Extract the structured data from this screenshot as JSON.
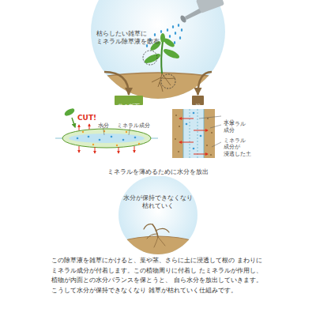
{
  "diagram": {
    "caption": "この除草液を雑草にかけると、葉や茎、さらに土に浸透して根の まわりにミネラル成分が付着します。この植物周りに付着し たミネラルが作用し、植物が内面との水分バランスを保とうと、 自ら水分を放出していきます。こうして水分が保持できなくなり 雑草が枯れていく仕組みです。",
    "nodes": [
      {
        "text": [
          "枯らしたい雑草に ミネラル除草液を散布"
        ]
      },
      {
        "text": [
          "葉の断面"
        ]
      },
      {
        "text": [
          "根"
        ]
      },
      {
        "text": [
          "水分が保持できなくなり 枯れていく"
        ]
      }
    ],
    "edges": [
      {
        "from": 0,
        "to": 1,
        "arrow": "to"
      },
      {
        "from": 0,
        "to": 2,
        "arrow": "to"
      }
    ],
    "labels": [
      "CUT!",
      "水分",
      "ミネラル成分",
      "水分",
      "ミネラル 成分",
      "ミネラル 成分が 浸透した土",
      "ミネラルを薄めるために水分を放出"
    ]
  }
}
